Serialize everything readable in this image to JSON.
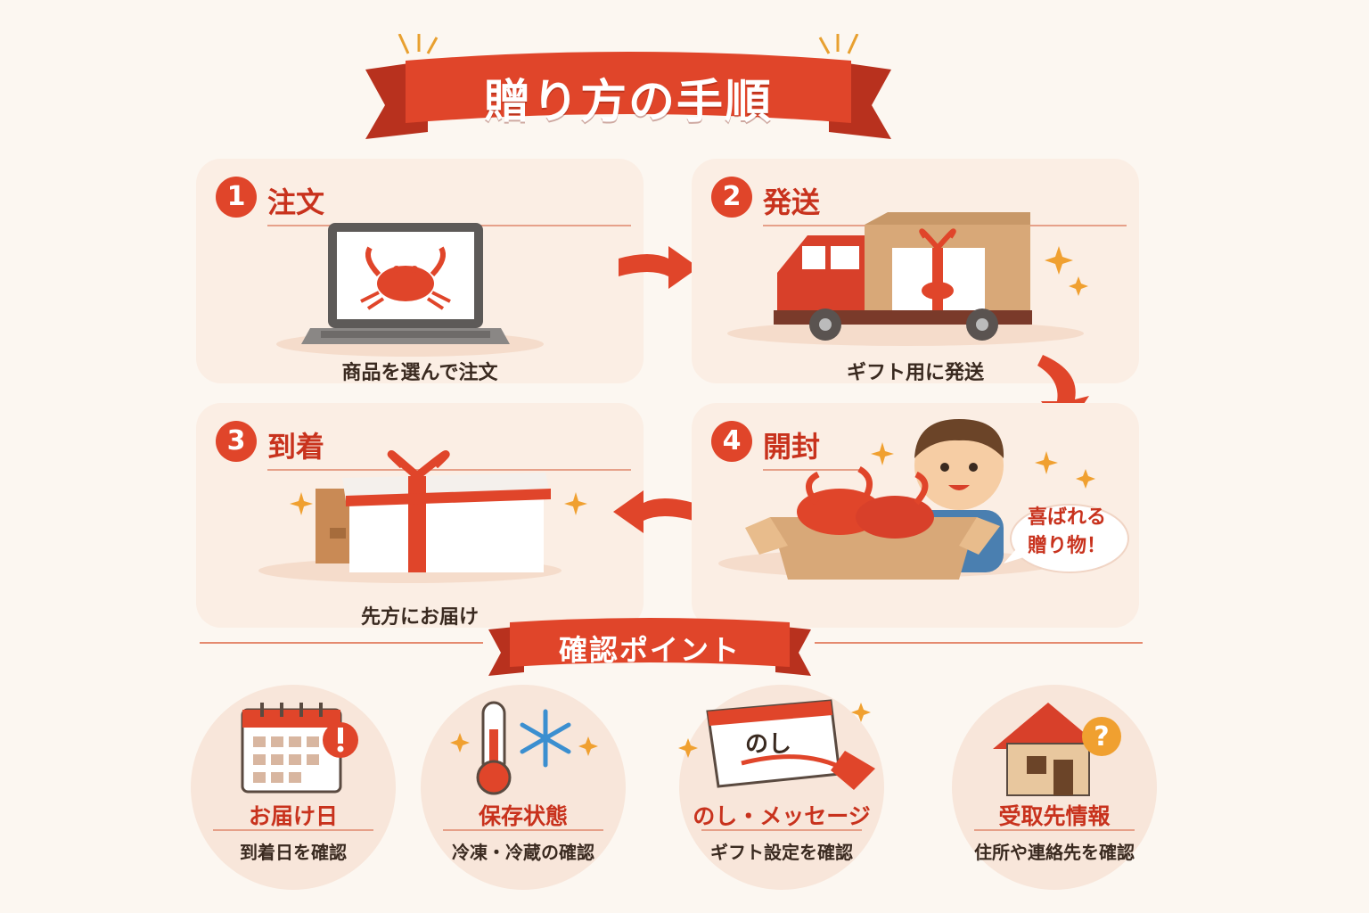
{
  "title": "贈り方の手順",
  "steps": [
    {
      "number": "1",
      "title": "注文",
      "caption": "商品を選んで注文"
    },
    {
      "number": "2",
      "title": "発送",
      "caption": "ギフト用に発送"
    },
    {
      "number": "3",
      "title": "到着",
      "caption": "先方にお届け"
    },
    {
      "number": "4",
      "title": "開封",
      "caption": ""
    }
  ],
  "speech": {
    "line1": "喜ばれる",
    "line2": "贈り物！"
  },
  "gift_tag_label": "のし",
  "checkpoints_title": "確認ポイント",
  "checkpoints": [
    {
      "title": "お届け日",
      "desc": "到着日を確認",
      "icon": "calendar-icon"
    },
    {
      "title": "保存状態",
      "desc": "冷凍・冷蔵の確認",
      "icon": "thermometer-snowflake-icon"
    },
    {
      "title": "のし・メッセージ",
      "desc": "ギフト設定を確認",
      "icon": "noshi-card-icon"
    },
    {
      "title": "受取先情報",
      "desc": "住所や連絡先を確認",
      "icon": "house-question-icon"
    }
  ],
  "colors": {
    "accent": "#e0452a",
    "accent_dark": "#c8321d",
    "card_bg": "#fbeee4",
    "page_bg": "#fcf7f1"
  }
}
